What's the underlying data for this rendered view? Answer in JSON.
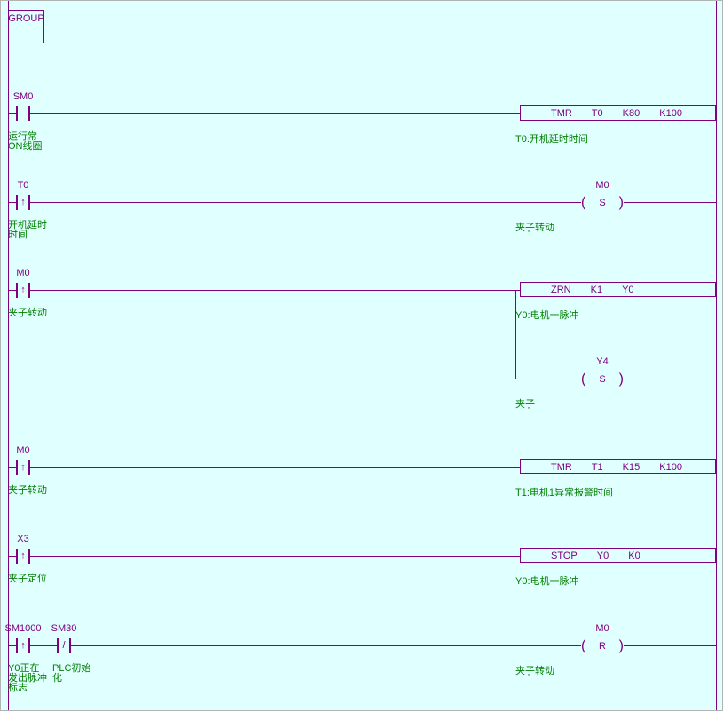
{
  "app": {
    "kind": "plc-ladder-editor"
  },
  "colors": {
    "background": "#e0ffff",
    "wire_purple": "#800080",
    "comment_green": "#008000"
  },
  "symbols": {
    "coil_open": "(",
    "coil_close": ")"
  },
  "group": {
    "label": "GROUP"
  },
  "rungs": [
    {
      "contacts": [
        {
          "label": "SM0",
          "symbol": "",
          "comment_lines": [
            "运行常",
            "ON线圈"
          ]
        }
      ],
      "box": {
        "tokens": [
          "TMR",
          "T0",
          "K80",
          "K100"
        ],
        "comment": "T0:开机延时时间"
      }
    },
    {
      "contacts": [
        {
          "label": "T0",
          "symbol": "↑",
          "comment_lines": [
            "开机延时",
            "时间"
          ]
        }
      ],
      "coil": {
        "label": "M0",
        "op": "S",
        "comment": "夹子转动"
      }
    },
    {
      "contacts": [
        {
          "label": "M0",
          "symbol": "↑",
          "comment_lines": [
            "夹子转动"
          ]
        }
      ],
      "box": {
        "tokens": [
          "ZRN",
          "K1",
          "Y0"
        ],
        "comment": "Y0:电机一脉冲"
      },
      "branch_coil": {
        "label": "Y4",
        "op": "S",
        "comment": "夹子"
      }
    },
    {
      "contacts": [
        {
          "label": "M0",
          "symbol": "↑",
          "comment_lines": [
            "夹子转动"
          ]
        }
      ],
      "box": {
        "tokens": [
          "TMR",
          "T1",
          "K15",
          "K100"
        ],
        "comment": "T1:电机1异常报警时间"
      }
    },
    {
      "contacts": [
        {
          "label": "X3",
          "symbol": "↑",
          "comment_lines": [
            "夹子定位"
          ]
        }
      ],
      "box": {
        "tokens": [
          "STOP",
          "Y0",
          "K0"
        ],
        "comment": "Y0:电机一脉冲"
      }
    },
    {
      "contacts": [
        {
          "label": "SM1000",
          "symbol": "↑",
          "comment_lines": [
            "Y0正在",
            "发出脉冲",
            "标志"
          ]
        },
        {
          "label": "SM30",
          "symbol": "/",
          "comment_lines": [
            "PLC初始",
            "化"
          ]
        }
      ],
      "coil": {
        "label": "M0",
        "op": "R",
        "comment": "夹子转动"
      }
    }
  ]
}
